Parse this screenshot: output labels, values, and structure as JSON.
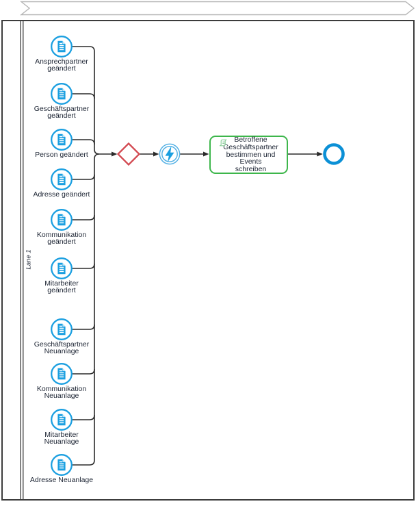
{
  "diagram": {
    "lane_label": "Lane 1",
    "events": [
      {
        "type": "start-event-document",
        "label": "Ansprechpartner\ngeändert"
      },
      {
        "type": "start-event-document",
        "label": "Geschäftspartner\ngeändert"
      },
      {
        "type": "start-event-document",
        "label": "Person geändert"
      },
      {
        "type": "start-event-document",
        "label": "Adresse geändert"
      },
      {
        "type": "start-event-document",
        "label": "Kommunikation\ngeändert"
      },
      {
        "type": "start-event-document",
        "label": "Mitarbeiter\ngeändert"
      },
      {
        "type": "start-event-document",
        "label": "Geschäftspartner\nNeuanlage"
      },
      {
        "type": "start-event-document",
        "label": "Kommunikation\nNeuanlage"
      },
      {
        "type": "start-event-document",
        "label": "Mitarbeiter\nNeuanlage"
      },
      {
        "type": "start-event-document",
        "label": "Adresse Neuanlage"
      }
    ],
    "gateway": {
      "type": "exclusive-gateway",
      "label": ""
    },
    "intermediate_event": {
      "type": "intermediate-event",
      "icon": "lightning-bolt-icon",
      "label": ""
    },
    "task": {
      "type": "script-task",
      "icon": "scroll-icon",
      "label": "Betroffene\nGeschäftspartner\nbestimmen und Events\nschreiben"
    },
    "end_event": {
      "type": "end-event",
      "label": ""
    }
  },
  "colors": {
    "event_blue": "#1b9fe0",
    "event_page_fold": "#b9e2f6",
    "mid_ring": "#57b2e5",
    "gateway_red": "#d34a52",
    "task_green": "#3db64b",
    "icon_green": "#8fce9f",
    "end_blue": "#0b90d6",
    "text_navy": "#1c2433",
    "line_dark": "#2a2a2a",
    "pool_border": "#3c3c3c",
    "band_border": "#b5b5b5"
  }
}
